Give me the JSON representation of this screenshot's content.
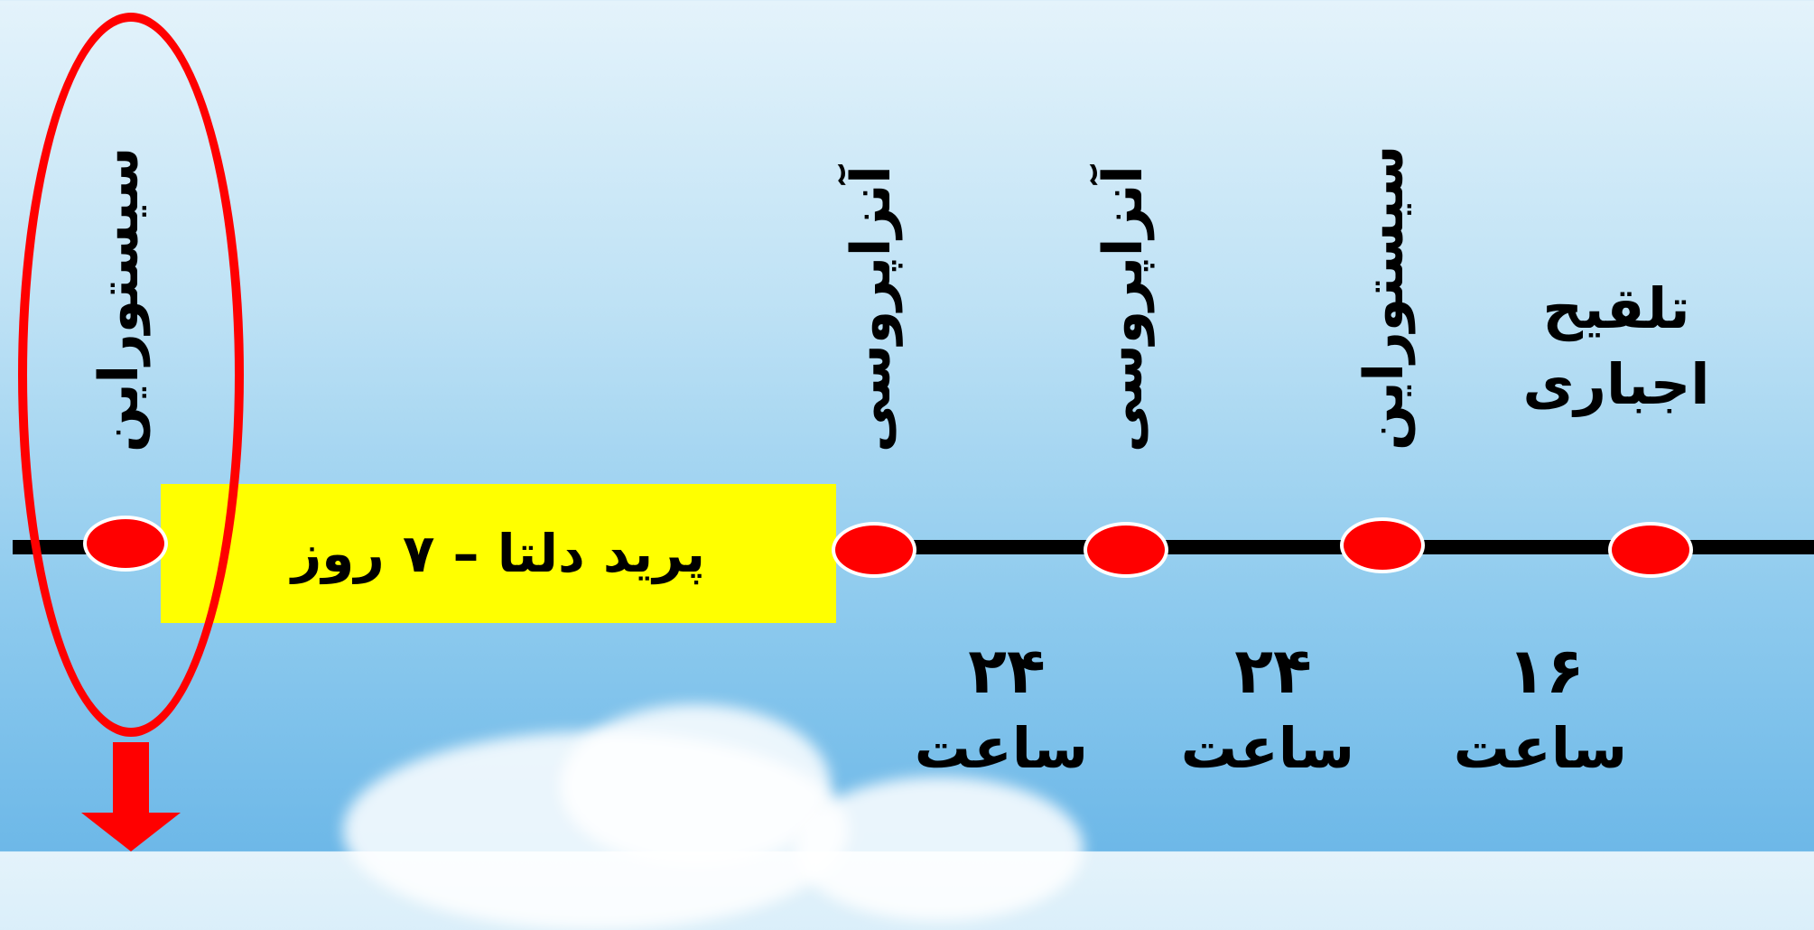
{
  "colors": {
    "timeline": "#000000",
    "milestone": "#ff0000",
    "period_box": "#ffff00",
    "highlight": "#ff0000"
  },
  "period": {
    "label": "پرید دلتا – ۷ روز"
  },
  "milestones": [
    {
      "label": "سیستوراین",
      "orientation": "vertical"
    },
    {
      "label": "آنزاپروسی",
      "orientation": "vertical"
    },
    {
      "label": "آنزاپروسی",
      "orientation": "vertical"
    },
    {
      "label": "سیستوراین",
      "orientation": "vertical"
    },
    {
      "line1": "تلقیح",
      "line2": "اجباری",
      "orientation": "horizontal"
    }
  ],
  "durations": [
    {
      "value": "۲۴",
      "unit": "ساعت"
    },
    {
      "value": "۲۴",
      "unit": "ساعت"
    },
    {
      "value": "۱۶",
      "unit": "ساعت"
    }
  ],
  "icons": {
    "highlight": "ellipse-highlight",
    "pointer": "down-arrow-icon"
  }
}
